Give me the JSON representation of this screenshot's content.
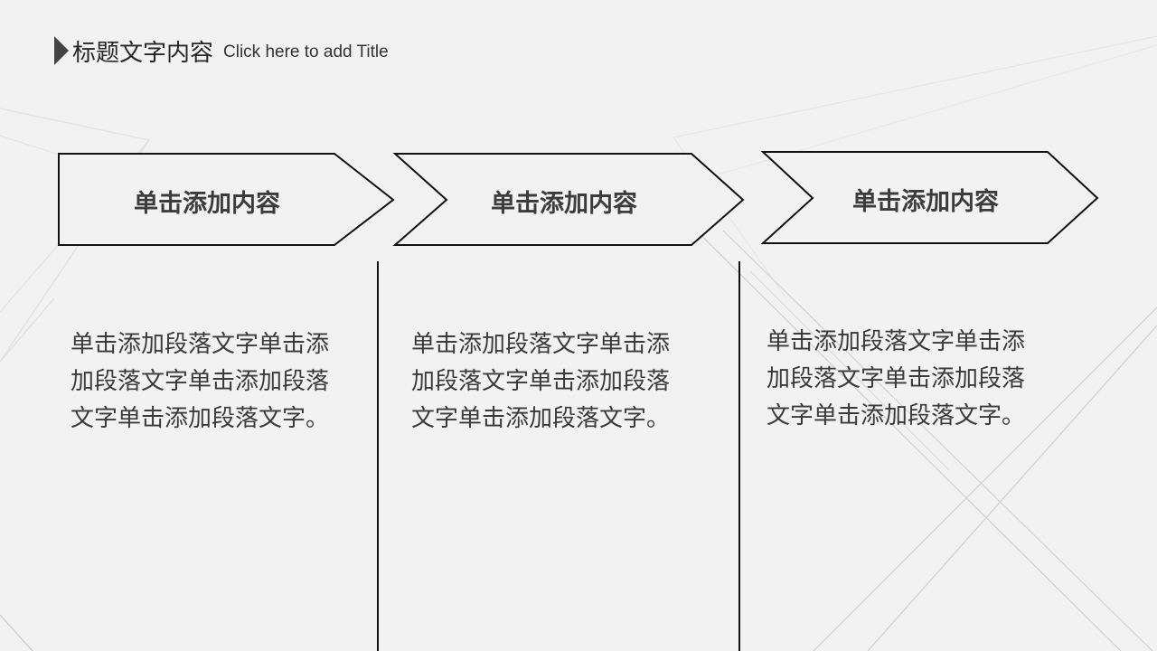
{
  "title": {
    "icon": "triangle-right-icon",
    "main": "标题文字内容",
    "subtitle": "Click here to add Title"
  },
  "colors": {
    "background": "#f2f2f2",
    "title_icon": "#444444",
    "text": "#3a3a3a",
    "outline": "#111111",
    "bg_lines": "#d0d0d0"
  },
  "steps": [
    {
      "heading": "单击添加内容",
      "body": "单击添加段落文字单击添加段落文字单击添加段落文字单击添加段落文字。"
    },
    {
      "heading": "单击添加内容",
      "body": "单击添加段落文字单击添加段落文字单击添加段落文字单击添加段落文字。"
    },
    {
      "heading": "单击添加内容",
      "body": "单击添加段落文字单击添加段落文字单击添加段落文字单击添加段落文字。"
    }
  ]
}
